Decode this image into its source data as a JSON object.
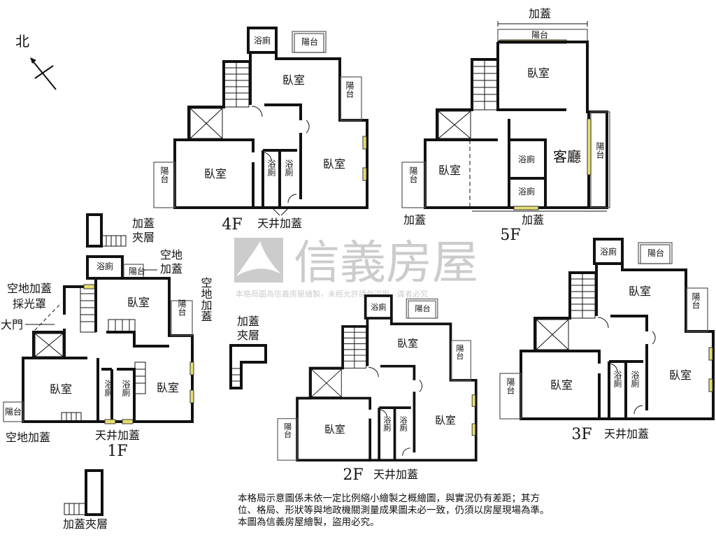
{
  "north": "北",
  "labels": {
    "bedroom": "臥室",
    "bathroom": "浴廁",
    "balcony": "陽台",
    "living_room": "客廳",
    "addition": "加蓋",
    "lightwell_addition": "天井加蓋",
    "mezzanine_line1": "加蓋",
    "mezzanine_line2": "夾層",
    "mezzanine": "加蓋夾層",
    "vacant_lot_addition": "空地加蓋",
    "vacant_lot": "空地",
    "skylight": "採光罩",
    "main_door": "大門"
  },
  "floors": {
    "f1": "1F",
    "f2": "2F",
    "f3": "3F",
    "f4": "4F",
    "f5": "5F"
  },
  "watermark": {
    "brand": "信義房屋",
    "notice": "本格局圖為信義房屋繪製，未經允許請勿盜用，違者必究"
  },
  "note": {
    "line1": "本格局示意圖係未依一定比例縮小繪製之概繪圖，與實況仍有差距；其方",
    "line2": "位、格局、形狀等與地政機關測量成果圖未必一致，仍須以房屋現場為準。",
    "line3": "本圖為信義房屋繪製，盜用必究。"
  },
  "colors": {
    "wall": "#111111",
    "window": "#e8e070",
    "watermark": "#bbbbbb"
  }
}
